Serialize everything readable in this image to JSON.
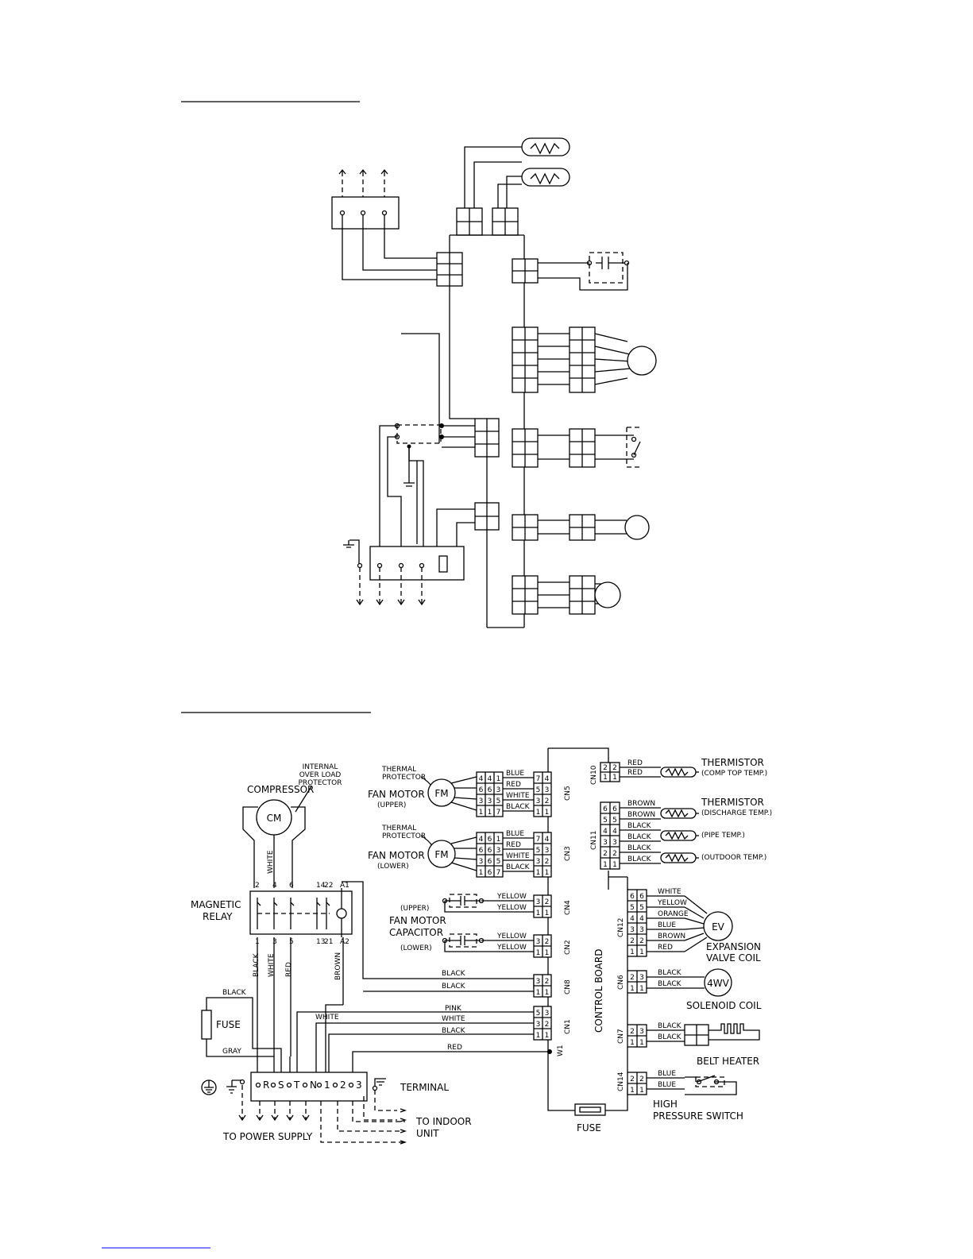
{
  "bottom": {
    "components": {
      "compressor": "COMPRESSOR",
      "cm": "CM",
      "olp": [
        "INTERNAL",
        "OVER LOAD",
        "PROTECTOR"
      ],
      "magnetic_relay": [
        "MAGNETIC",
        "RELAY"
      ],
      "fuse": "FUSE",
      "thermal_protector": [
        "THERMAL",
        "PROTECTOR"
      ],
      "fm": "FM",
      "fan_motor": "FAN MOTOR",
      "upper": "(UPPER)",
      "lower": "(LOWER)",
      "upper_cap": "(UPPER)",
      "lower_cap": "(LOWER)",
      "fan_motor_capacitor": [
        "FAN MOTOR",
        "CAPACITOR"
      ],
      "control_board": "CONTROL BOARD",
      "board_fuse": "FUSE",
      "terminal": "TERMINAL",
      "to_power_supply": "TO POWER SUPPLY",
      "to_indoor": [
        "TO INDOOR",
        "UNIT"
      ],
      "thermistor": "THERMISTOR",
      "comp_top": "(COMP TOP TEMP.)",
      "discharge": "(DISCHARGE TEMP.)",
      "pipe": "(PIPE TEMP.)",
      "outdoor": "(OUTDOOR TEMP.)",
      "ev": "EV",
      "expansion": [
        "EXPANSION",
        "VALVE COIL"
      ],
      "fourwv": "4WV",
      "solenoid": "SOLENOID COIL",
      "belt_heater": "BELT HEATER",
      "hps": [
        "HIGH",
        "PRESSURE SWITCH"
      ],
      "w1": "W1"
    },
    "connectors": {
      "cn10": "CN10",
      "cn11": "CN11",
      "cn5": "CN5",
      "cn3": "CN3",
      "cn4": "CN4",
      "cn2": "CN2",
      "cn8": "CN8",
      "cn1": "CN1",
      "cn12": "CN12",
      "cn6": "CN6",
      "cn7": "CN7",
      "cn14": "CN14"
    },
    "wires": {
      "cn5": [
        "BLUE",
        "RED",
        "WHITE",
        "BLACK"
      ],
      "cn3": [
        "BLUE",
        "RED",
        "WHITE",
        "BLACK"
      ],
      "cn4": [
        "YELLOW",
        "YELLOW"
      ],
      "cn2": [
        "YELLOW",
        "YELLOW"
      ],
      "cn8": [
        "BLACK",
        "BLACK"
      ],
      "cn1": [
        "PINK",
        "WHITE",
        "BLACK"
      ],
      "red": "RED",
      "cn10": [
        "RED",
        "RED"
      ],
      "cn11": [
        "BROWN",
        "BROWN",
        "BLACK",
        "BLACK",
        "BLACK",
        "BLACK"
      ],
      "cn12": [
        "WHITE",
        "YELLOW",
        "ORANGE",
        "BLUE",
        "BROWN",
        "RED"
      ],
      "cn6": [
        "BLACK",
        "BLACK"
      ],
      "cn7": [
        "BLACK",
        "BLACK"
      ],
      "cn14": [
        "BLUE",
        "BLUE"
      ],
      "relay_out": [
        "BLACK",
        "WHITE",
        "RED",
        "BROWN"
      ],
      "fuse_top": "BLACK",
      "fuse_bottom": "GRAY",
      "white_terminal": "WHITE",
      "cm_white": "WHITE"
    },
    "relay_pins_top": [
      "2",
      "4",
      "6",
      "14",
      "22",
      "A1"
    ],
    "relay_pins_bottom": [
      "1",
      "3",
      "5",
      "13",
      "21",
      "A2"
    ],
    "terminal_labels": [
      "R",
      "S",
      "T",
      "N",
      "1",
      "2",
      "3"
    ],
    "pins": {
      "p4631": [
        "4",
        "6",
        "3",
        "1"
      ],
      "p1357": [
        "1",
        "3",
        "5",
        "7"
      ],
      "p1234": [
        "1",
        "2",
        "3",
        "4"
      ],
      "p12": [
        "1",
        "2"
      ],
      "p13": [
        "1",
        "3"
      ],
      "p123": [
        "1",
        "2",
        "3"
      ],
      "p135": [
        "1",
        "3",
        "5"
      ],
      "p31": [
        "3",
        "1"
      ],
      "p12_6": [
        "1",
        "2",
        "3",
        "4",
        "5",
        "6"
      ]
    }
  }
}
